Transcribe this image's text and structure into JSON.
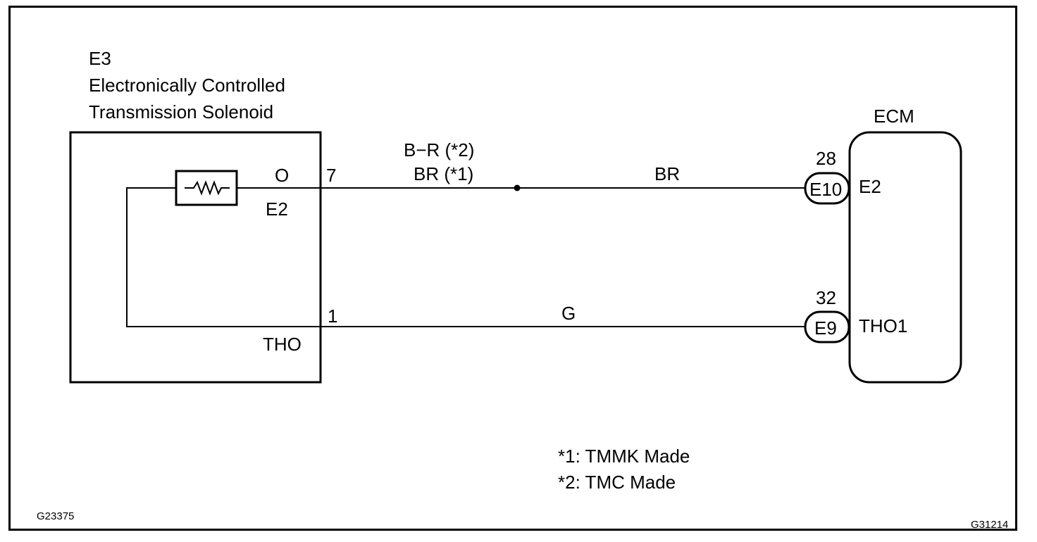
{
  "solenoid": {
    "code": "E3",
    "name_line1": "Electronically Controlled",
    "name_line2": "Transmission Solenoid",
    "pin_upper_o": "O",
    "pin_upper_e2": "E2",
    "pin_upper_num": "7",
    "pin_lower_tho": "THO",
    "pin_lower_num": "1"
  },
  "ecm": {
    "name": "ECM",
    "upper_pin_num": "28",
    "upper_connector": "E10",
    "upper_terminal": "E2",
    "lower_pin_num": "32",
    "lower_connector": "E9",
    "lower_terminal": "THO1"
  },
  "wires": {
    "upper_left_label_line1": "B−R (*2)",
    "upper_left_label_line2": "BR (*1)",
    "upper_right_label": "BR",
    "lower_label": "G"
  },
  "notes": {
    "note1": "*1: TMMK Made",
    "note2": "*2: TMC Made"
  },
  "figure_ids": {
    "left": "G23375",
    "right": "G31214"
  }
}
